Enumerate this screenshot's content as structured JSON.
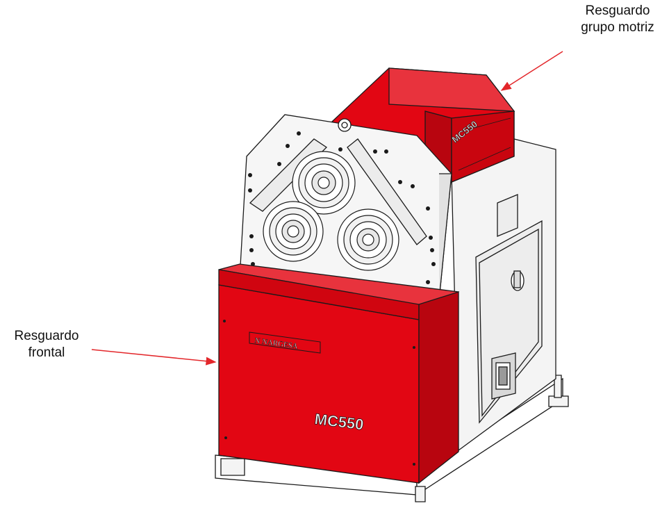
{
  "labels": {
    "motriz": {
      "line1": "Resguardo",
      "line2": "grupo motriz"
    },
    "frontal": {
      "line1": "Resguardo",
      "line2": "frontal"
    }
  },
  "machine": {
    "brand_plate": "N NARGESA",
    "model_front": "MC550",
    "model_top": "MC550"
  },
  "colors": {
    "guard_red": "#e20613",
    "guard_red_dark": "#b8050f",
    "arrow_red": "#e3262a",
    "outline": "#1a1a1a",
    "body_grey": "#f4f4f4"
  }
}
